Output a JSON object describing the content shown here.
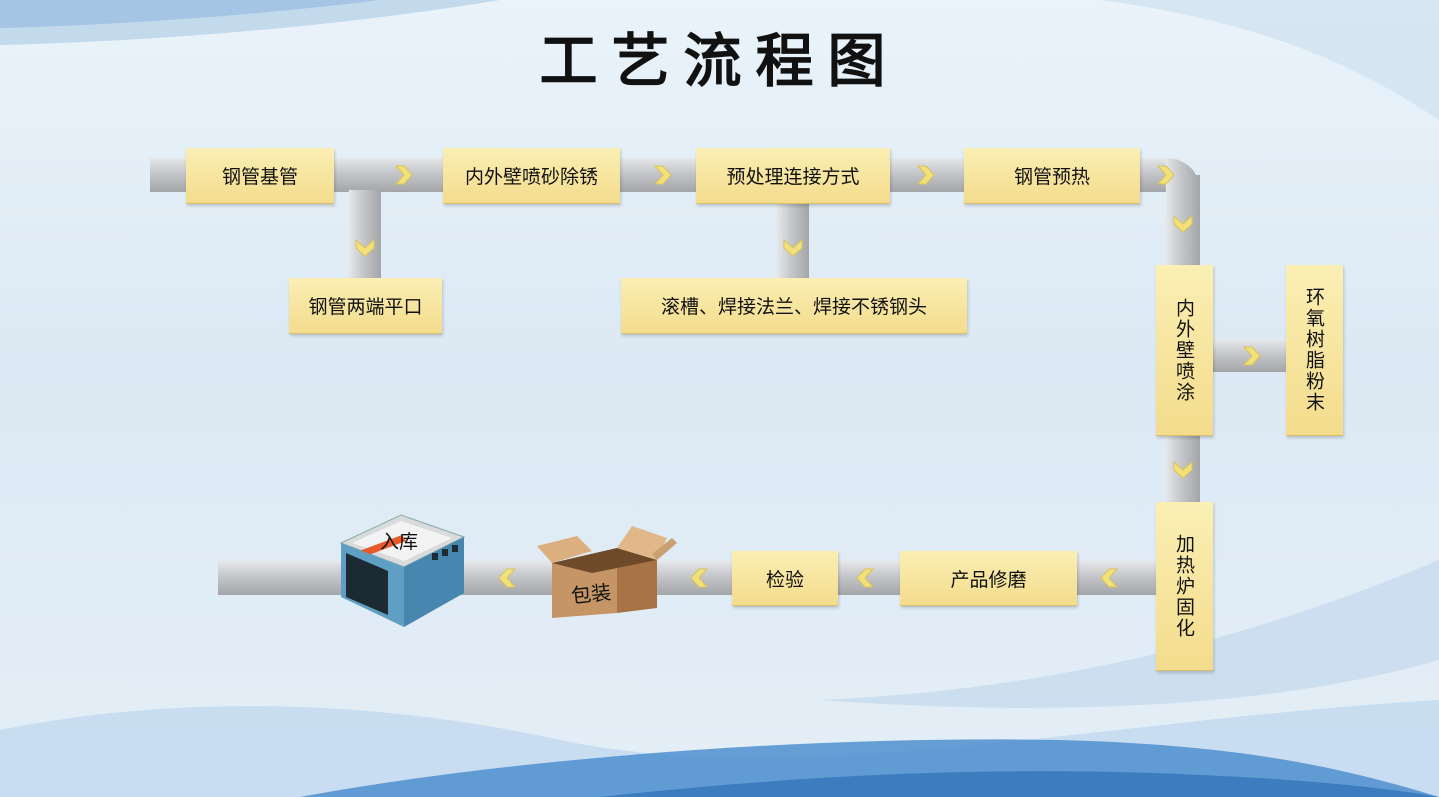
{
  "title": "工艺流程图",
  "colors": {
    "box": "#f6e29b",
    "pipe": "#c5c7ca",
    "arrow": "#f2e07a"
  },
  "steps": {
    "base_pipe": "钢管基管",
    "sandblast": "内外壁喷砂除锈",
    "pretreat": "预处理连接方式",
    "preheat": "钢管预热",
    "flat_ends": "钢管两端平口",
    "grooving": "滚槽、焊接法兰、焊接不锈钢头",
    "spray": "内外壁喷涂",
    "epoxy": "环氧树脂粉末",
    "cure": "加热炉固化",
    "grind": "产品修磨",
    "inspect": "检验",
    "package": "包装",
    "storage": "入库"
  }
}
